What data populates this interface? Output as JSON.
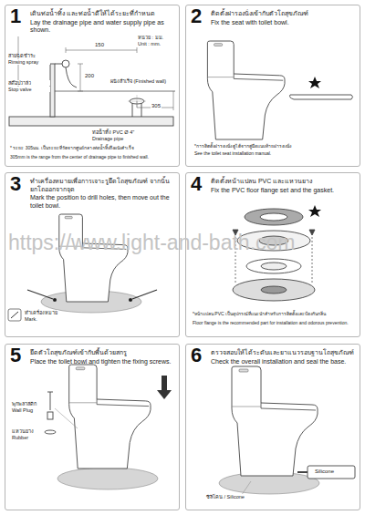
{
  "diagram": {
    "nodes": [
      {
        "text": [
          "1",
          "เดินท่อน้ำทิ้ง และท่อน้ำดีให้ได้ระยะที่กำหนด",
          "Lay the drainage pipe and water supply pipe as shown."
        ]
      },
      {
        "text": [
          "2",
          "ติดตั้งฝารองนั่งเข้ากับตัวโถสุขภัณฑ์",
          "Fix the seat with toilet bowl."
        ]
      },
      {
        "text": [
          "3",
          "ทำเครื่องหมายเพื่อการเจาะรูยึดโถสุขภัณฑ์ จากนั้นยกโถออกจากจุด",
          "Mark the position to drill holes, then move out the toilet bowl."
        ]
      },
      {
        "text": [
          "4",
          "ติดตั้งหน้าแปลน PVC และแหวนยาง",
          "Fix the PVC floor flange set and the gasket."
        ]
      },
      {
        "text": [
          "5",
          "ยึดตัวโถสุขภัณฑ์เข้ากับพื้นด้วยสกรู",
          "Place the toilet bowl and tighten the fixing screws."
        ]
      },
      {
        "text": [
          "6",
          "ตรวจสอบให้ได้ระดับและยาแนวรอบฐานโถสุขภัณฑ์",
          "Check the overall installation and seal the base."
        ]
      }
    ],
    "labels": [
      "https://www.light-and-bath.com",
      "หน่วย : มม.",
      "Unit : mm.",
      "150",
      "200",
      "ผนังสำเร็จ (Finished wall)",
      "305",
      "สายฉีดชำระ",
      "Rinsing spray",
      "สต๊อปวาล์ว",
      "Stop valve",
      "ท่อน้ำทิ้ง PVC Ø 4\"",
      "Drainage pipe",
      "* ระยะ 305มม. เป็นระยะที่วัดจากศูนย์กลางท่อน้ำทิ้งถึงผนังสำเร็จ",
      "305mm is the range from the center of drainage pipe to finished wall.",
      "*การติดตั้งฝารองนั่ง ดูได้จากคู่มือแนบท้ายฝารองนั่ง",
      "See the toilet seat installation manual.",
      "ทำเครื่องหมาย",
      "Mark.",
      "*หน้าแปลน PVC เป็นอุปกรณ์ที่แนะนำสำหรับการติดตั้งและป้องกันกลิ่น",
      "Floor flange is the recommended part for installation and odorous prevention.",
      "พุกพลาสติก",
      "Wall Plug",
      "แหวนยาง",
      "Rubber",
      "ซิลิโคน / Silicone",
      "Silicone"
    ]
  }
}
